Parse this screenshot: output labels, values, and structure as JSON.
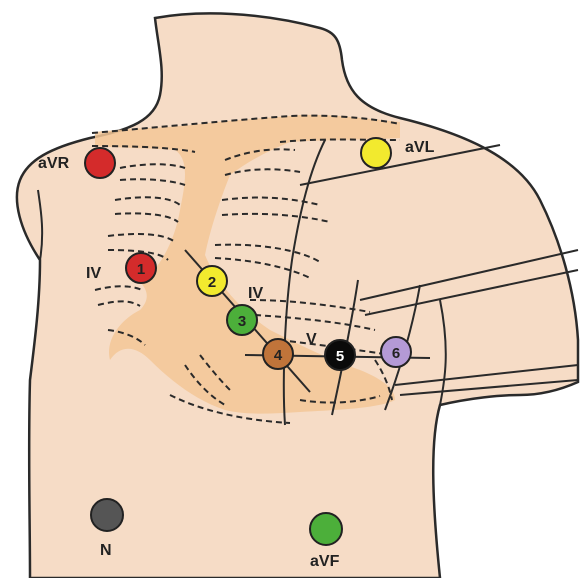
{
  "labels": {
    "avr": "aVR",
    "avl": "aVL",
    "iv_left": "IV",
    "iv_right": "IV",
    "v": "V",
    "n": "N",
    "avf": "aVF"
  },
  "electrodes": [
    {
      "id": "aVR",
      "number": "",
      "color": "#d42b2b"
    },
    {
      "id": "aVL",
      "number": "",
      "color": "#f2ea2e"
    },
    {
      "id": "V1",
      "number": "1",
      "color": "#d42b2b"
    },
    {
      "id": "V2",
      "number": "2",
      "color": "#f2ea2e"
    },
    {
      "id": "V3",
      "number": "3",
      "color": "#4caf3a"
    },
    {
      "id": "V4",
      "number": "4",
      "color": "#c0743a"
    },
    {
      "id": "V5",
      "number": "5",
      "color": "#0a0a0a"
    },
    {
      "id": "V6",
      "number": "6",
      "color": "#b49ad6"
    },
    {
      "id": "N",
      "number": "",
      "color": "#555555"
    },
    {
      "id": "aVF",
      "number": "",
      "color": "#4caf3a"
    }
  ],
  "colors": {
    "skin": "#f6dcc6",
    "skin_outline": "#2a2a2a",
    "bone": "#f3c796",
    "rib_dash": "#2a2a2a"
  }
}
